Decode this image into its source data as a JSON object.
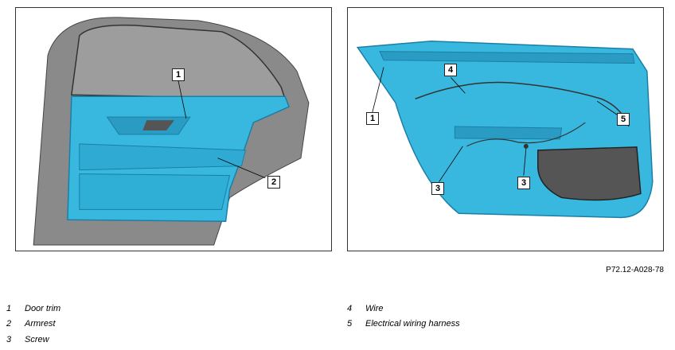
{
  "figure_code": "P72.12-A028-78",
  "callouts": {
    "left": [
      "1",
      "2"
    ],
    "right": [
      "1",
      "3",
      "3",
      "4",
      "5"
    ]
  },
  "legend": [
    {
      "num": "1",
      "text": "Door trim"
    },
    {
      "num": "2",
      "text": "Armrest"
    },
    {
      "num": "3",
      "text": "Screw"
    },
    {
      "num": "4",
      "text": "Wire"
    },
    {
      "num": "5",
      "text": "Electrical wiring harness"
    }
  ],
  "colors": {
    "trim_cyan": "#38b8de",
    "trim_dark": "#1a7fa6",
    "door_gray": "#8a8a8a",
    "window_gray": "#9d9d9d",
    "pocket_dark": "#555555"
  }
}
